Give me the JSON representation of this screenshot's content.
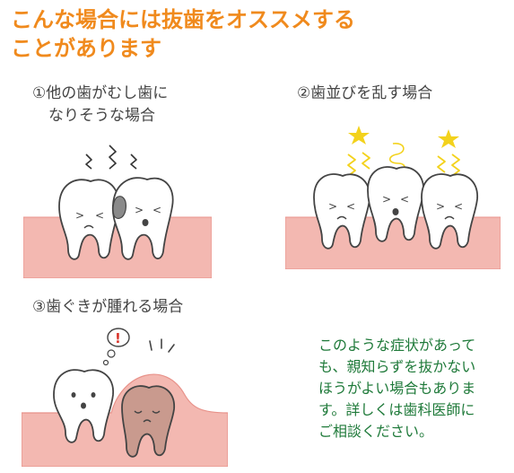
{
  "title": {
    "line1": "こんな場合には抜歯をオススメする",
    "line2": "ことがあります"
  },
  "cases": [
    {
      "label_line1": "①他の歯がむし歯に",
      "label_line2": "なりそうな場合"
    },
    {
      "label_line1": "②歯並びを乱す場合"
    },
    {
      "label_line1": "③歯ぐきが腫れる場合"
    }
  ],
  "bubble_text": "!",
  "note": [
    "このような症状があって",
    "も、親知らずを抜かない",
    "ほうがよい場合もありま",
    "す。詳しくは歯科医師に",
    "ご相談ください。"
  ],
  "colors": {
    "title": "#f08a1d",
    "gum": "#f3b8b1",
    "gum_edge": "#e8928a",
    "note_text": "#1f7a3a",
    "star": "#f3d21c",
    "decay": "#8a8a8a",
    "swollen_tooth": "#c99a8e"
  },
  "icons": [
    "decayed-tooth",
    "normal-tooth",
    "swollen-gum",
    "star-icon",
    "zigzag-pain-icon",
    "thought-bubble-icon"
  ]
}
